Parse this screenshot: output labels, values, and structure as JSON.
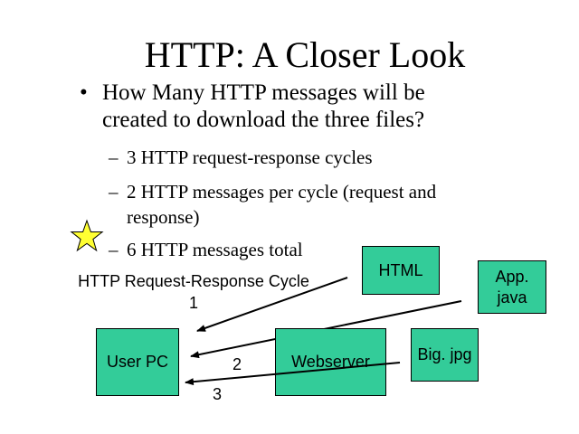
{
  "slide": {
    "title": "HTTP: A Closer Look",
    "bullet": {
      "marker": "•",
      "text": "How Many HTTP messages will be created to download the three files?"
    },
    "sub_bullets": [
      {
        "dash": "–",
        "text": "3 HTTP request-response cycles"
      },
      {
        "dash": "–",
        "text": "2 HTTP messages per cycle (request and"
      },
      {
        "text": "response)"
      },
      {
        "dash": "–",
        "text": "6 HTTP messages total"
      }
    ],
    "star_icon": "star-icon",
    "star_color": "#ffff33"
  },
  "diagram": {
    "cycle_label": "HTTP Request-Response Cycle 1",
    "box_color": "#33cc99",
    "boxes": {
      "html": "HTML",
      "app_java": "App. java",
      "user_pc": "User PC",
      "webserver": "Webserver",
      "big_jpg": "Big. jpg"
    },
    "arrow_labels": {
      "cycle2": "2",
      "cycle3": "3"
    }
  }
}
